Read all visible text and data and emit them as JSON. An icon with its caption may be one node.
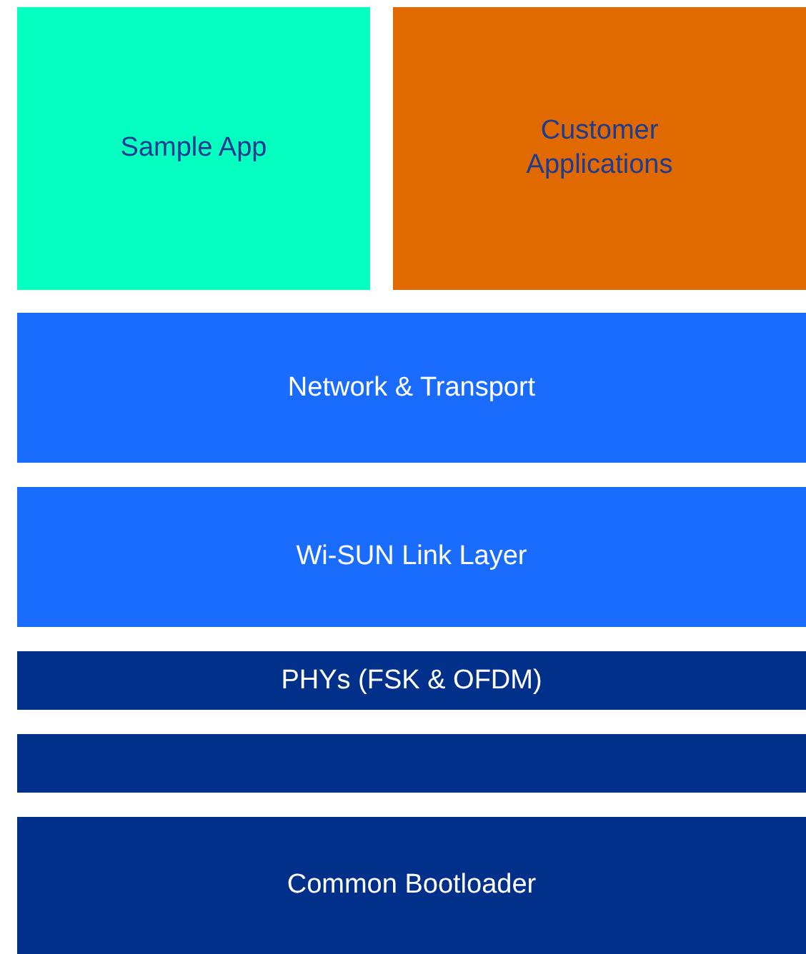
{
  "diagram": {
    "nodes": [
      {
        "text": [
          "Sample App"
        ]
      },
      {
        "text": [
          "Customer Applications"
        ]
      },
      {
        "text": [
          "Network & Transport"
        ]
      },
      {
        "text": [
          "Wi-SUN Link Layer"
        ]
      },
      {
        "text": [
          "PHYs (FSK & OFDM)"
        ]
      },
      {
        "text": [],
        "shape": "bar"
      },
      {
        "text": [
          "Common Bootloader"
        ]
      }
    ]
  }
}
